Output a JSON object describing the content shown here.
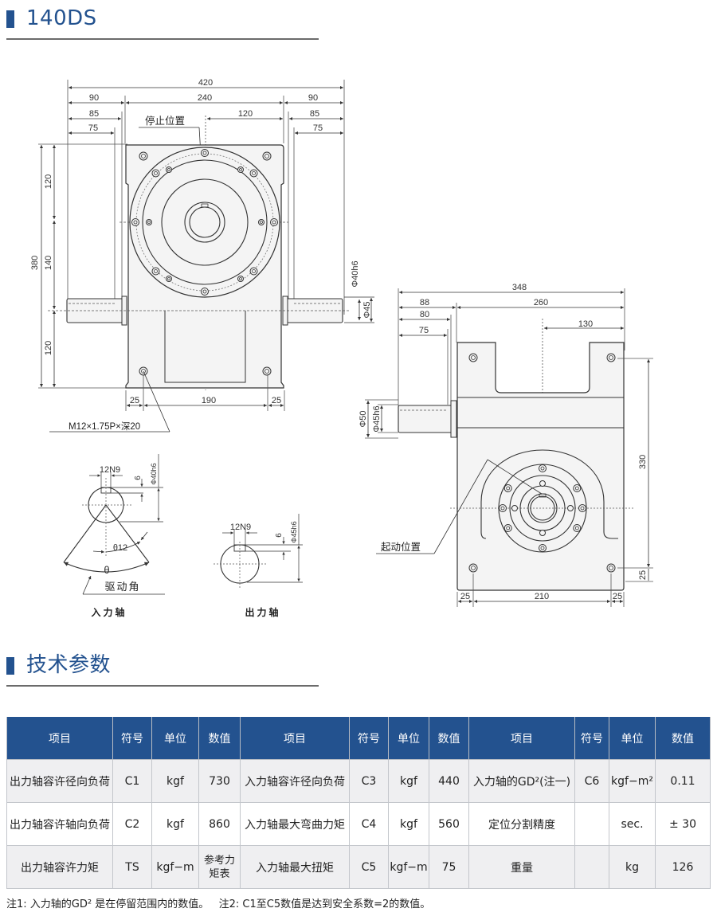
{
  "model_section": {
    "title": "140DS"
  },
  "params_section": {
    "title": "技术参数"
  },
  "drawing": {
    "front_view": {
      "dims_top": [
        "420",
        "90",
        "240",
        "90",
        "85",
        "120",
        "85",
        "75",
        "75"
      ],
      "stop_position_label": "停止位置",
      "dims_left": [
        "380",
        "120",
        "140",
        "120"
      ],
      "dims_right": [
        "Φ40h6",
        "Φ45"
      ],
      "dims_bottom": [
        "25",
        "190",
        "25"
      ],
      "thread_callout": "M12×1.75P×深20"
    },
    "side_view": {
      "dims_top": [
        "348",
        "88",
        "260",
        "80",
        "75",
        "130"
      ],
      "dims_left": [
        "Φ50",
        "Φ45h6"
      ],
      "dims_right": [
        "330",
        "25"
      ],
      "dims_bottom": [
        "25",
        "210",
        "25"
      ],
      "start_position_label": "起动位置"
    },
    "input_shaft": {
      "key_label": "12N9",
      "depth_label": "6",
      "dia_label": "Φ40h6",
      "angle_label": "θ12",
      "theta_label": "θ",
      "drive_angle_label": "驱动角",
      "caption": "入力轴"
    },
    "output_shaft": {
      "key_label": "12N9",
      "depth_label": "6",
      "dia_label": "Φ45h6",
      "caption": "出力轴"
    }
  },
  "spec_table": {
    "headers": [
      "项目",
      "符号",
      "单位",
      "数值",
      "项目",
      "符号",
      "单位",
      "数值",
      "项目",
      "符号",
      "单位",
      "数值"
    ],
    "rows": [
      [
        "出力轴容许径向负荷",
        "C1",
        "kgf",
        "730",
        "入力轴容许径向负荷",
        "C3",
        "kgf",
        "440",
        "入力轴的GD²(注一)",
        "C6",
        "kgf−m²",
        "0.11"
      ],
      [
        "出力轴容许轴向负荷",
        "C2",
        "kgf",
        "860",
        "入力轴最大弯曲力矩",
        "C4",
        "kgf",
        "560",
        "定位分割精度",
        "",
        "sec.",
        "± 30"
      ],
      [
        "出力轴容许力矩",
        "TS",
        "kgf−m",
        "参考力矩表",
        "入力轴最大扭矩",
        "C5",
        "kgf−m",
        "75",
        "重量",
        "",
        "kg",
        "126"
      ]
    ]
  },
  "notes": {
    "note1": "注1: 入力轴的GD² 是在停留范围内的数值。",
    "note2": "注2: C1至C5数值是达到安全系数=2的数值。"
  },
  "colors": {
    "brand_blue": "#23528f",
    "body_fill": "#f4f4f4",
    "line": "#333333"
  }
}
